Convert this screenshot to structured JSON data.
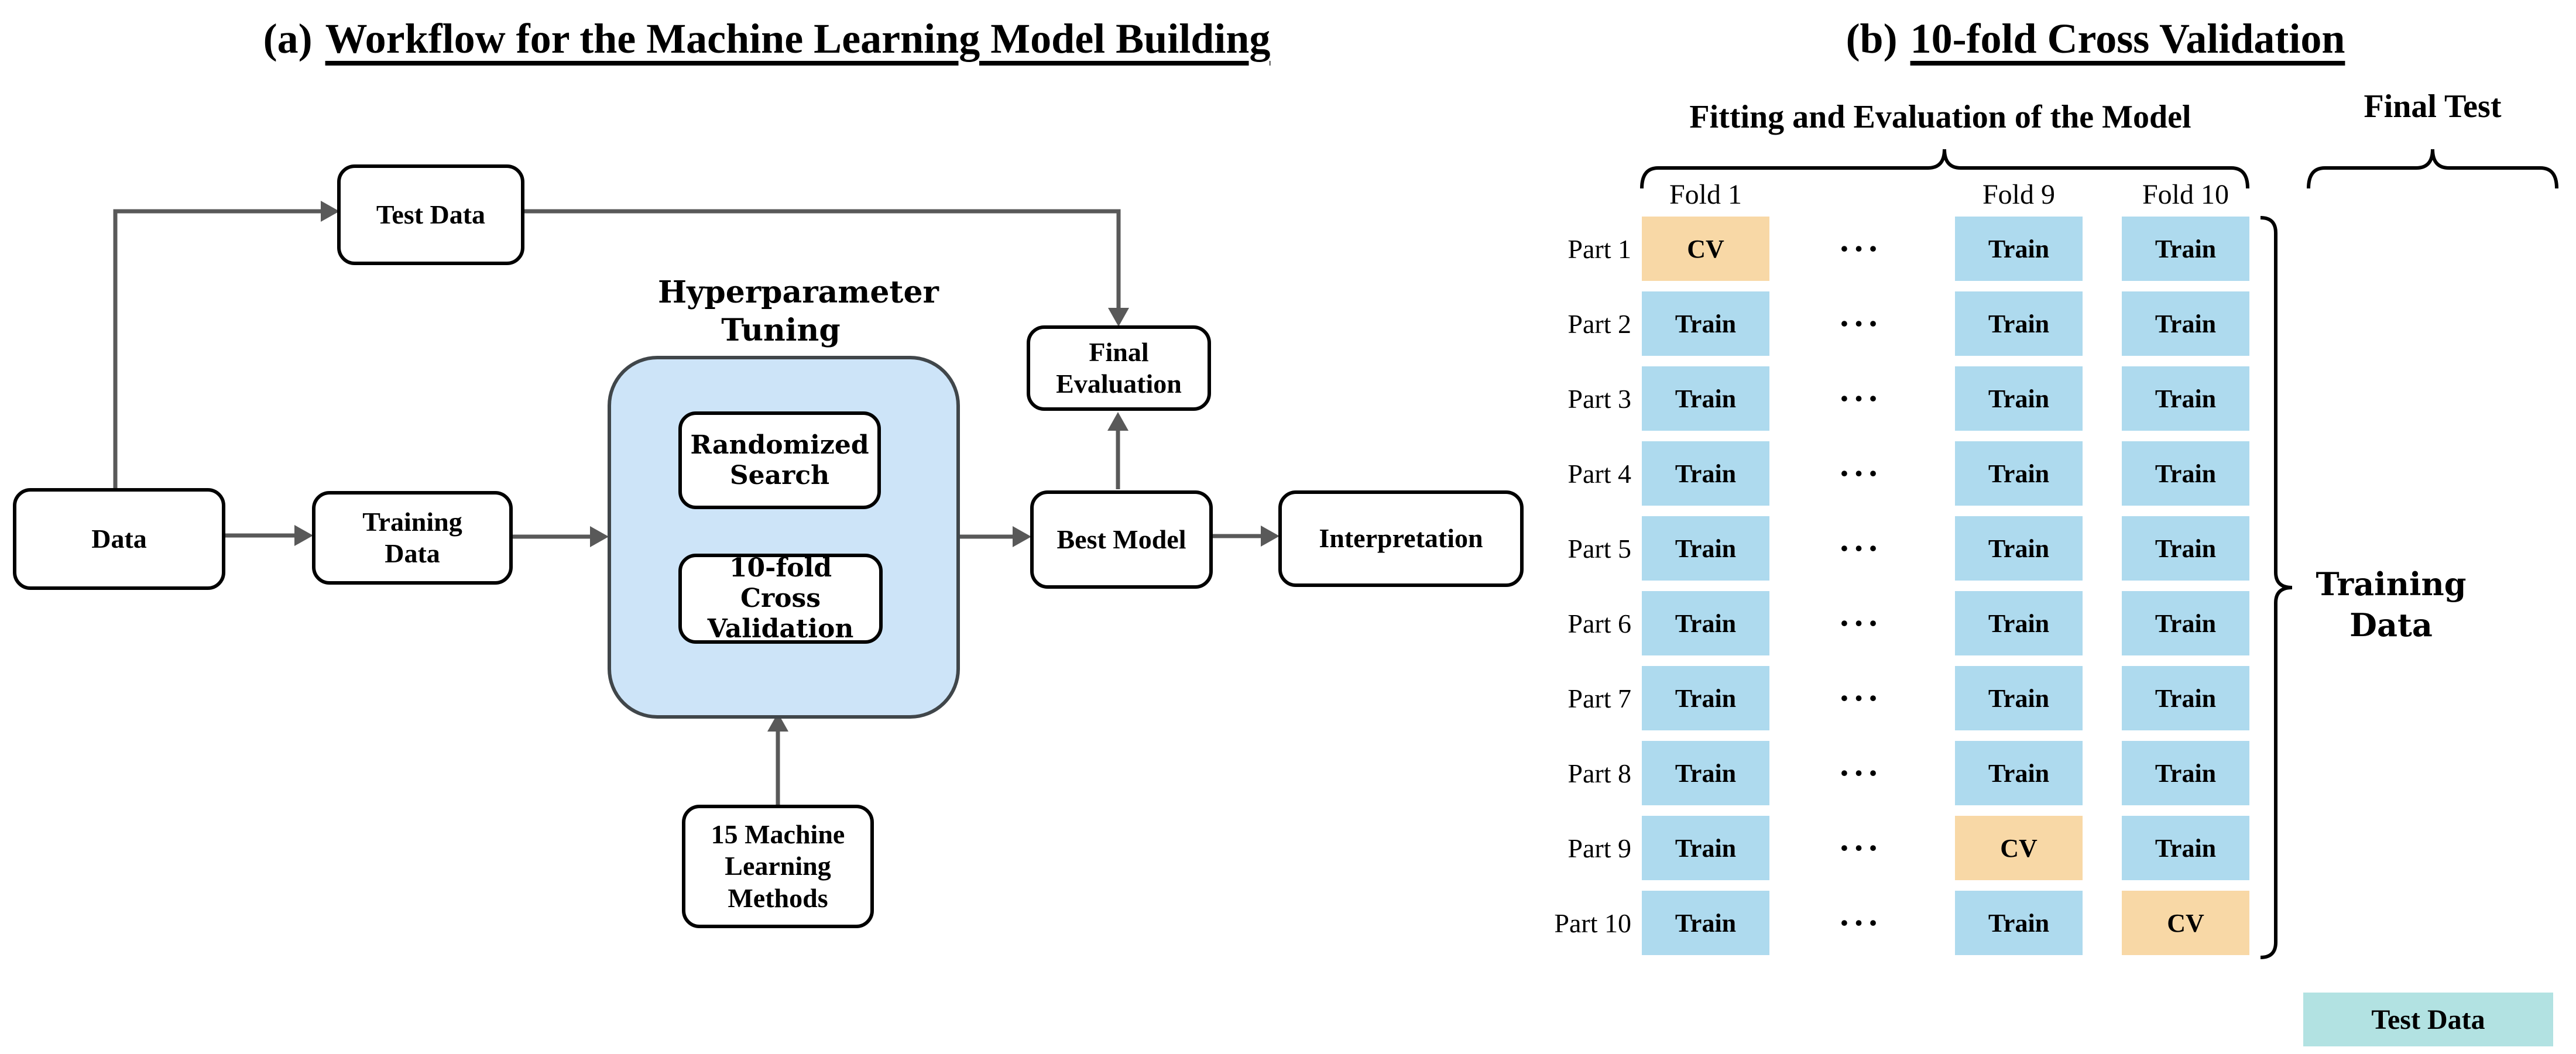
{
  "panel_a": {
    "title_prefix": "(a)",
    "title": "Workflow for the Machine Learning Model Building",
    "nodes": {
      "data": "Data",
      "test_data": "Test Data",
      "training_data": "Training Data",
      "hyper_title": "Hyperparameter Tuning",
      "randomized_search": "Randomized Search",
      "tenfold_cv": "10-fold Cross Validation",
      "ml_methods": "15 Machine Learning Methods",
      "final_evaluation": "Final Evaluation",
      "best_model": "Best Model",
      "interpretation": "Interpretation"
    }
  },
  "panel_b": {
    "title_prefix": "(b)",
    "title": "10-fold Cross Validation",
    "header_fitting": "Fitting and Evaluation of the Model",
    "header_final_test": "Final Test",
    "fold_headers": [
      "Fold 1",
      "Fold 9",
      "Fold 10"
    ],
    "ellipsis": "•••",
    "rows": [
      {
        "label": "Part 1",
        "cells": [
          "CV",
          "Train",
          "Train"
        ]
      },
      {
        "label": "Part 2",
        "cells": [
          "Train",
          "Train",
          "Train"
        ]
      },
      {
        "label": "Part 3",
        "cells": [
          "Train",
          "Train",
          "Train"
        ]
      },
      {
        "label": "Part 4",
        "cells": [
          "Train",
          "Train",
          "Train"
        ]
      },
      {
        "label": "Part 5",
        "cells": [
          "Train",
          "Train",
          "Train"
        ]
      },
      {
        "label": "Part 6",
        "cells": [
          "Train",
          "Train",
          "Train"
        ]
      },
      {
        "label": "Part 7",
        "cells": [
          "Train",
          "Train",
          "Train"
        ]
      },
      {
        "label": "Part 8",
        "cells": [
          "Train",
          "Train",
          "Train"
        ]
      },
      {
        "label": "Part 9",
        "cells": [
          "Train",
          "CV",
          "Train"
        ]
      },
      {
        "label": "Part 10",
        "cells": [
          "Train",
          "Train",
          "CV"
        ]
      }
    ],
    "training_data_label": "Training Data",
    "test_data_label": "Test Data"
  },
  "colors": {
    "cv": "#F8D8A6",
    "train": "#AEDAEE",
    "test": "#B2E2E2",
    "hyper_fill": "#CDE4F8",
    "arrow": "#595959"
  }
}
